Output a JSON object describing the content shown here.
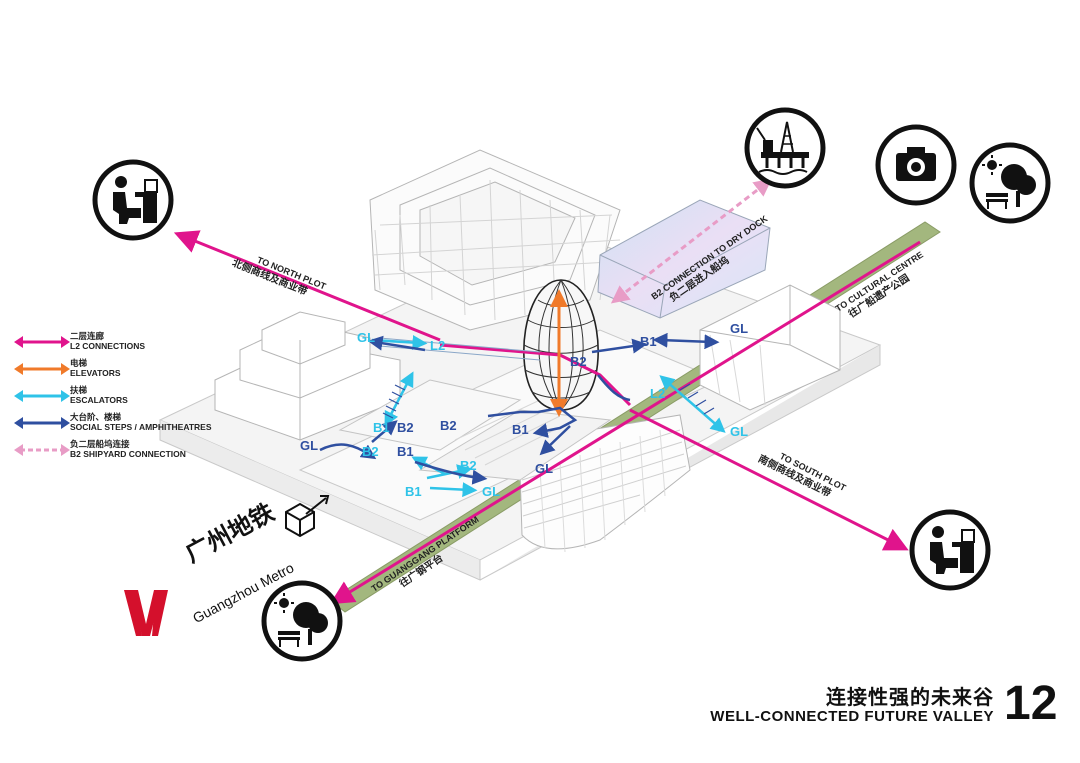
{
  "legend": [
    {
      "cn": "二层连廊",
      "en": "L2 CONNECTIONS",
      "color": "#e0148c",
      "style": "solid"
    },
    {
      "cn": "电梯",
      "en": "ELEVATORS",
      "color": "#f07a2a",
      "style": "solid"
    },
    {
      "cn": "扶梯",
      "en": "ESCALATORS",
      "color": "#2fc3e8",
      "style": "solid"
    },
    {
      "cn": "大台阶、楼梯",
      "en": "SOCIAL STEPS / AMPHITHEATRES",
      "color": "#2f4fa0",
      "style": "solid"
    },
    {
      "cn": "负二层船坞连接",
      "en": "B2 SHIPYARD CONNECTION",
      "color": "#e89cc6",
      "style": "dashed"
    }
  ],
  "routes": {
    "north": {
      "en": "TO NORTH PLOT",
      "cn": "北侧商线及商业带"
    },
    "dock": {
      "en": "B2 CONNECTION TO DRY DOCK",
      "cn": "负二层进入船坞"
    },
    "culture": {
      "en": "TO CULTURAL CENTRE",
      "cn": "往广船遗产公园"
    },
    "south": {
      "en": "TO SOUTH PLOT",
      "cn": "南侧商线及商业带"
    },
    "platform": {
      "en": "TO GUANGGANG PLATFORM",
      "cn": "往广钢平台"
    }
  },
  "levels": {
    "gl": "GL",
    "l2": "L2",
    "b1": "B1",
    "b2": "B2"
  },
  "metro": {
    "cn": "广州地铁",
    "en": "Guangzhou Metro"
  },
  "title": {
    "cn": "连接性强的未来谷",
    "en": "WELL-CONNECTED FUTURE VALLEY",
    "page": "12"
  },
  "icons": [
    "desk-worker-icon",
    "oil-rig-icon",
    "camera-icon",
    "park-bench-icon",
    "desk-worker-icon",
    "park-bench-icon",
    "entrance-cube-icon"
  ],
  "colors": {
    "l2": "#e0148c",
    "elevator": "#f07a2a",
    "escalator": "#2fc3e8",
    "steps": "#2f4fa0",
    "shipyard": "#e89cc6",
    "green": "#a3b77e"
  }
}
